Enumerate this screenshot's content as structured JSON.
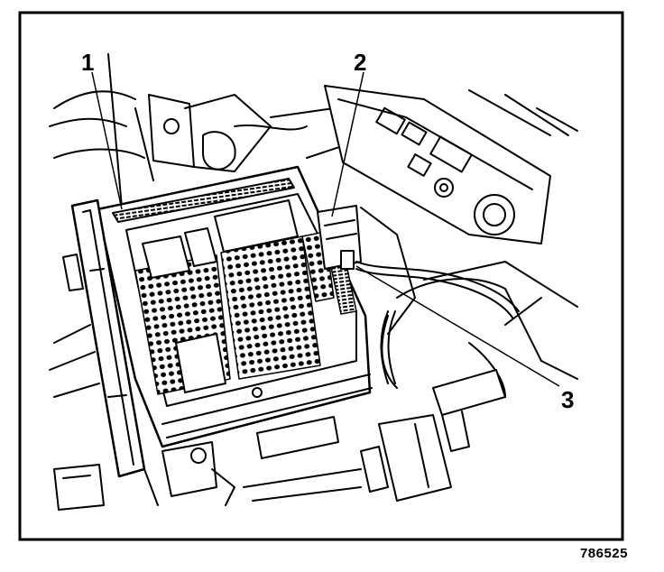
{
  "diagram": {
    "callouts": [
      {
        "number": "1",
        "name": "callout-1"
      },
      {
        "number": "2",
        "name": "callout-2"
      },
      {
        "number": "3",
        "name": "callout-3"
      }
    ],
    "figure_id": "786525",
    "colors": {
      "ink": "#000000",
      "paper": "#ffffff"
    }
  }
}
